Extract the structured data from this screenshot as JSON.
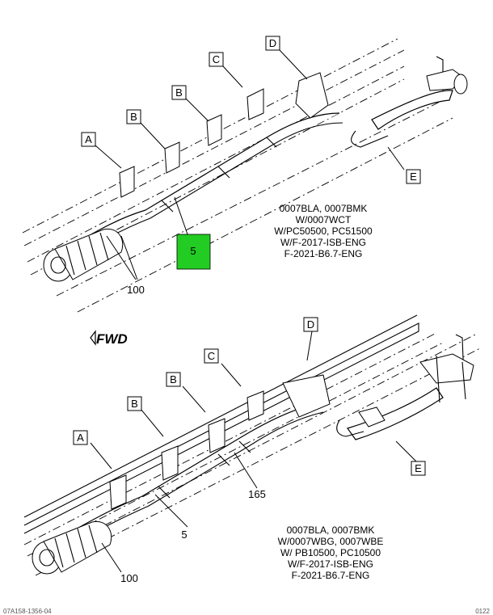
{
  "top_view": {
    "callouts": [
      "A",
      "B",
      "B",
      "C",
      "D",
      "E"
    ],
    "part_numbers": [
      "100",
      "5"
    ],
    "highlight_color": "#22cc22",
    "caption": [
      "0007BLA, 0007BMK",
      "W/0007WCT",
      "W/PC50500, PC51500",
      "W/F-2017-ISB-ENG",
      "F-2021-B6.7-ENG"
    ]
  },
  "fwd_label": "FWD",
  "bottom_view": {
    "callouts": [
      "A",
      "B",
      "B",
      "C",
      "D",
      "E"
    ],
    "part_numbers": [
      "165",
      "5",
      "100"
    ],
    "caption": [
      "0007BLA, 0007BMK",
      "W/0007WBG, 0007WBE",
      "W/ PB10500, PC10500",
      "W/F-2017-ISB-ENG",
      "F-2021-B6.7-ENG"
    ]
  },
  "footer": {
    "left": "07A158-1356-04",
    "right": "0122"
  }
}
